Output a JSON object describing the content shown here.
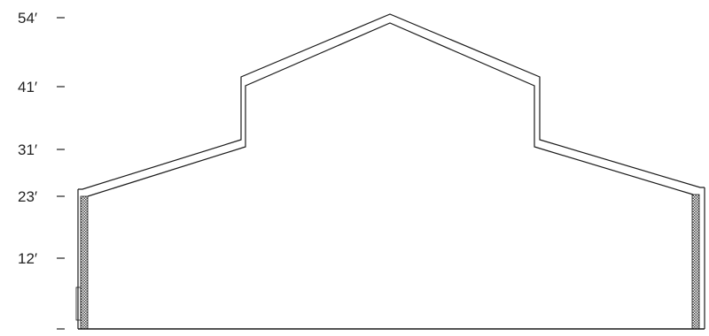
{
  "elevation_levels": [
    {
      "label": "54′",
      "feet": 54
    },
    {
      "label": "41′",
      "feet": 41
    },
    {
      "label": "31′",
      "feet": 31
    },
    {
      "label": "23′",
      "feet": 23
    },
    {
      "label": "12′",
      "feet": 12
    },
    {
      "label": "",
      "feet": 0
    }
  ],
  "colors": {
    "line": "#1a1a1a",
    "hatch": "#444444",
    "background": "#ffffff"
  }
}
